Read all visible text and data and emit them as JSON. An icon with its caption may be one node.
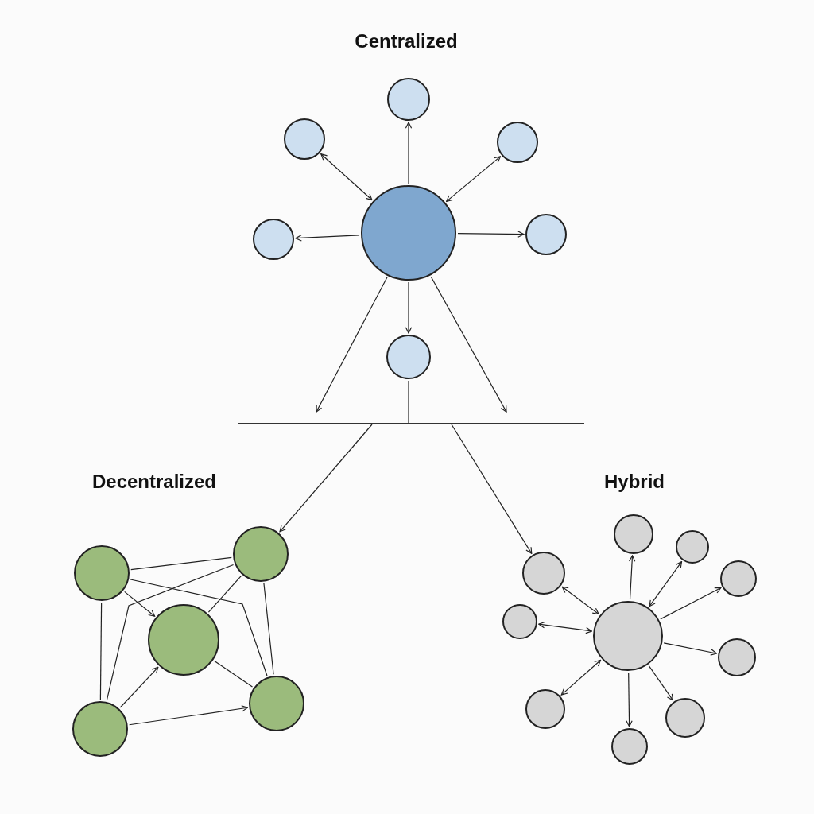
{
  "diagram": {
    "nodes": [
      {
        "text": [],
        "shape": "circle"
      },
      {
        "text": [],
        "shape": "circle"
      },
      {
        "text": [],
        "shape": "circle"
      },
      {
        "text": [],
        "shape": "circle"
      },
      {
        "text": [],
        "shape": "circle"
      },
      {
        "text": [],
        "shape": "circle"
      },
      {
        "text": [],
        "shape": "circle"
      },
      {
        "text": [],
        "shape": "bar"
      },
      {
        "text": [],
        "shape": "circle"
      },
      {
        "text": [],
        "shape": "circle"
      },
      {
        "text": [],
        "shape": "circle"
      },
      {
        "text": [],
        "shape": "circle"
      },
      {
        "text": [],
        "shape": "circle"
      },
      {
        "text": [],
        "shape": "circle"
      },
      {
        "text": [],
        "shape": "circle"
      },
      {
        "text": [],
        "shape": "circle"
      },
      {
        "text": [],
        "shape": "circle"
      },
      {
        "text": [],
        "shape": "circle"
      },
      {
        "text": [],
        "shape": "circle"
      },
      {
        "text": [],
        "shape": "circle"
      },
      {
        "text": [],
        "shape": "circle"
      },
      {
        "text": [],
        "shape": "circle"
      },
      {
        "text": [],
        "shape": "circle"
      }
    ],
    "edges": [
      {
        "from": 0,
        "to": 1,
        "arrow": "to"
      },
      {
        "from": 0,
        "to": 2,
        "arrow": "both"
      },
      {
        "from": 0,
        "to": 3,
        "arrow": "both"
      },
      {
        "from": 0,
        "to": 4,
        "arrow": "to"
      },
      {
        "from": 0,
        "to": 5,
        "arrow": "to"
      },
      {
        "from": 0,
        "to": 6,
        "arrow": "to"
      },
      {
        "from": 0,
        "to": 7,
        "arrow": "to"
      },
      {
        "from": 0,
        "to": 7,
        "arrow": "to"
      },
      {
        "from": 6,
        "to": 7,
        "arrow": "none"
      },
      {
        "from": 7,
        "to": 9,
        "arrow": "to"
      },
      {
        "from": 7,
        "to": 14,
        "arrow": "to"
      },
      {
        "from": 8,
        "to": 9,
        "arrow": "none"
      },
      {
        "from": 8,
        "to": 10,
        "arrow": "to"
      },
      {
        "from": 8,
        "to": 11,
        "arrow": "none"
      },
      {
        "from": 8,
        "to": 12,
        "arrow": "none"
      },
      {
        "from": 9,
        "to": 10,
        "arrow": "none"
      },
      {
        "from": 9,
        "to": 11,
        "arrow": "none"
      },
      {
        "from": 9,
        "to": 12,
        "arrow": "none"
      },
      {
        "from": 11,
        "to": 10,
        "arrow": "to"
      },
      {
        "from": 11,
        "to": 12,
        "arrow": "to"
      },
      {
        "from": 10,
        "to": 12,
        "arrow": "none"
      },
      {
        "from": 13,
        "to": 15,
        "arrow": "to"
      },
      {
        "from": 13,
        "to": 16,
        "arrow": "both"
      },
      {
        "from": 13,
        "to": 17,
        "arrow": "to"
      },
      {
        "from": 13,
        "to": 14,
        "arrow": "both"
      },
      {
        "from": 13,
        "to": 18,
        "arrow": "both"
      },
      {
        "from": 13,
        "to": 19,
        "arrow": "to"
      },
      {
        "from": 13,
        "to": 20,
        "arrow": "both"
      },
      {
        "from": 13,
        "to": 21,
        "arrow": "to"
      },
      {
        "from": 13,
        "to": 22,
        "arrow": "to"
      }
    ],
    "labels": [
      "Centralized",
      "Decentralized",
      "Hybrid"
    ]
  }
}
